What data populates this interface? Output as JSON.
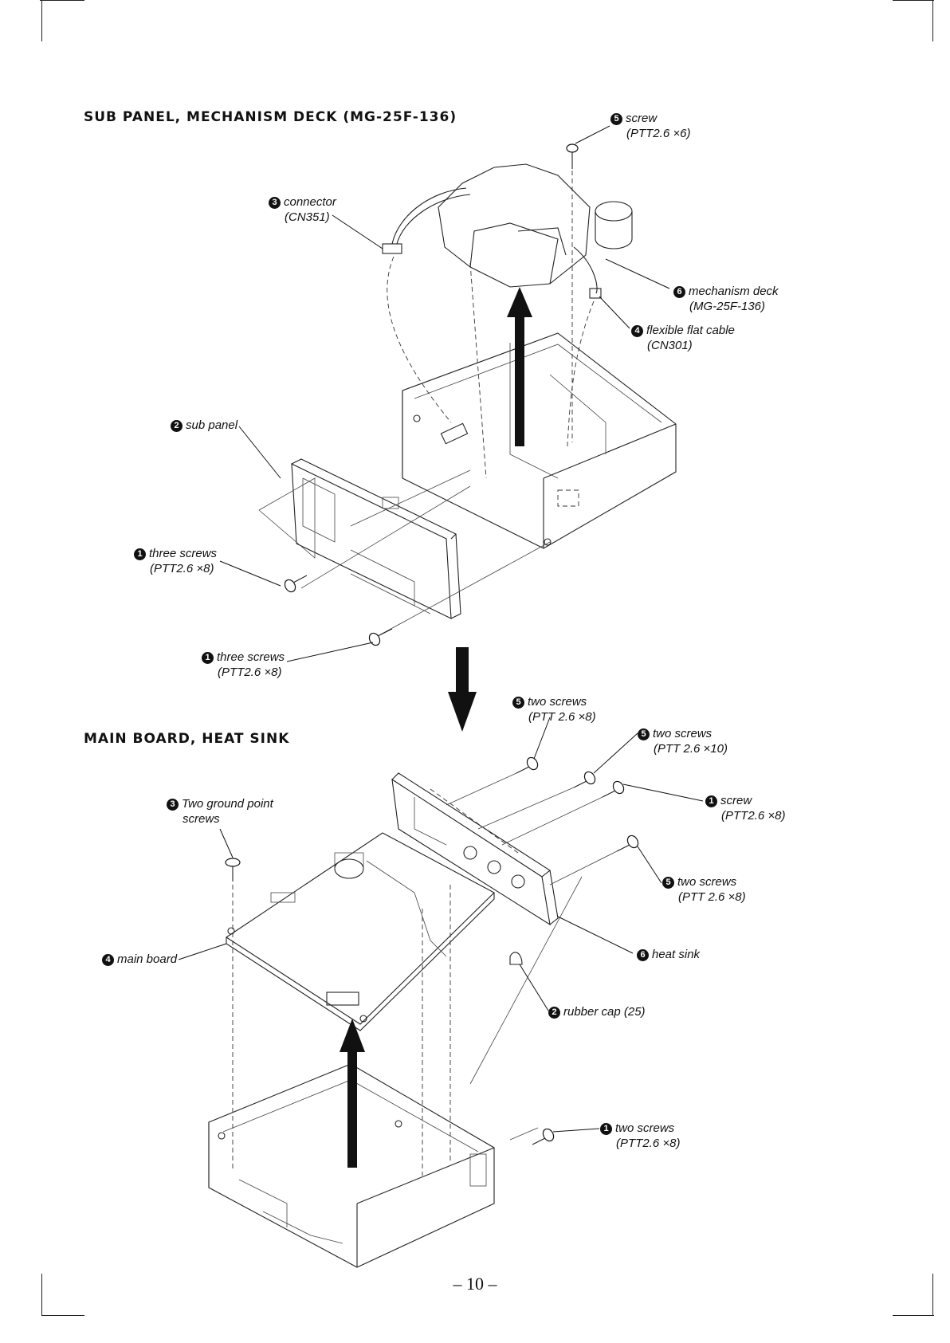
{
  "sections": {
    "sub_panel": {
      "title": "SUB  PANEL, MECHANISM  DECK  (MG-25F-136)"
    },
    "main_board": {
      "title": "MAIN  BOARD, HEAT SINK"
    }
  },
  "callouts_top": [
    {
      "num": "5",
      "label": "screw",
      "spec": "(PTT2.6 ×6)"
    },
    {
      "num": "3",
      "label": "connector",
      "spec": "(CN351)"
    },
    {
      "num": "6",
      "label": "mechanism deck",
      "spec": "(MG-25F-136)"
    },
    {
      "num": "4",
      "label": "flexible flat cable",
      "spec": "(CN301)"
    },
    {
      "num": "2",
      "label": "sub panel",
      "spec": ""
    },
    {
      "num": "1",
      "label": "three screws",
      "spec": "(PTT2.6 ×8)"
    },
    {
      "num": "1",
      "label": "three screws",
      "spec": "(PTT2.6 ×8)"
    }
  ],
  "callouts_bottom": [
    {
      "num": "5",
      "label": "two screws",
      "spec": "(PTT 2.6 ×8)"
    },
    {
      "num": "5",
      "label": "two screws",
      "spec": "(PTT 2.6 ×10)"
    },
    {
      "num": "1",
      "label": "screw",
      "spec": "(PTT2.6 ×8)"
    },
    {
      "num": "3",
      "label": "Two ground point",
      "spec": "screws"
    },
    {
      "num": "5",
      "label": "two screws",
      "spec": "(PTT 2.6 ×8)"
    },
    {
      "num": "4",
      "label": "main board",
      "spec": ""
    },
    {
      "num": "6",
      "label": "heat sink",
      "spec": ""
    },
    {
      "num": "2",
      "label": "rubber cap (25)",
      "spec": ""
    },
    {
      "num": "1",
      "label": "two screws",
      "spec": "(PTT2.6 ×8)"
    }
  ],
  "page": {
    "number": "– 10 –"
  }
}
